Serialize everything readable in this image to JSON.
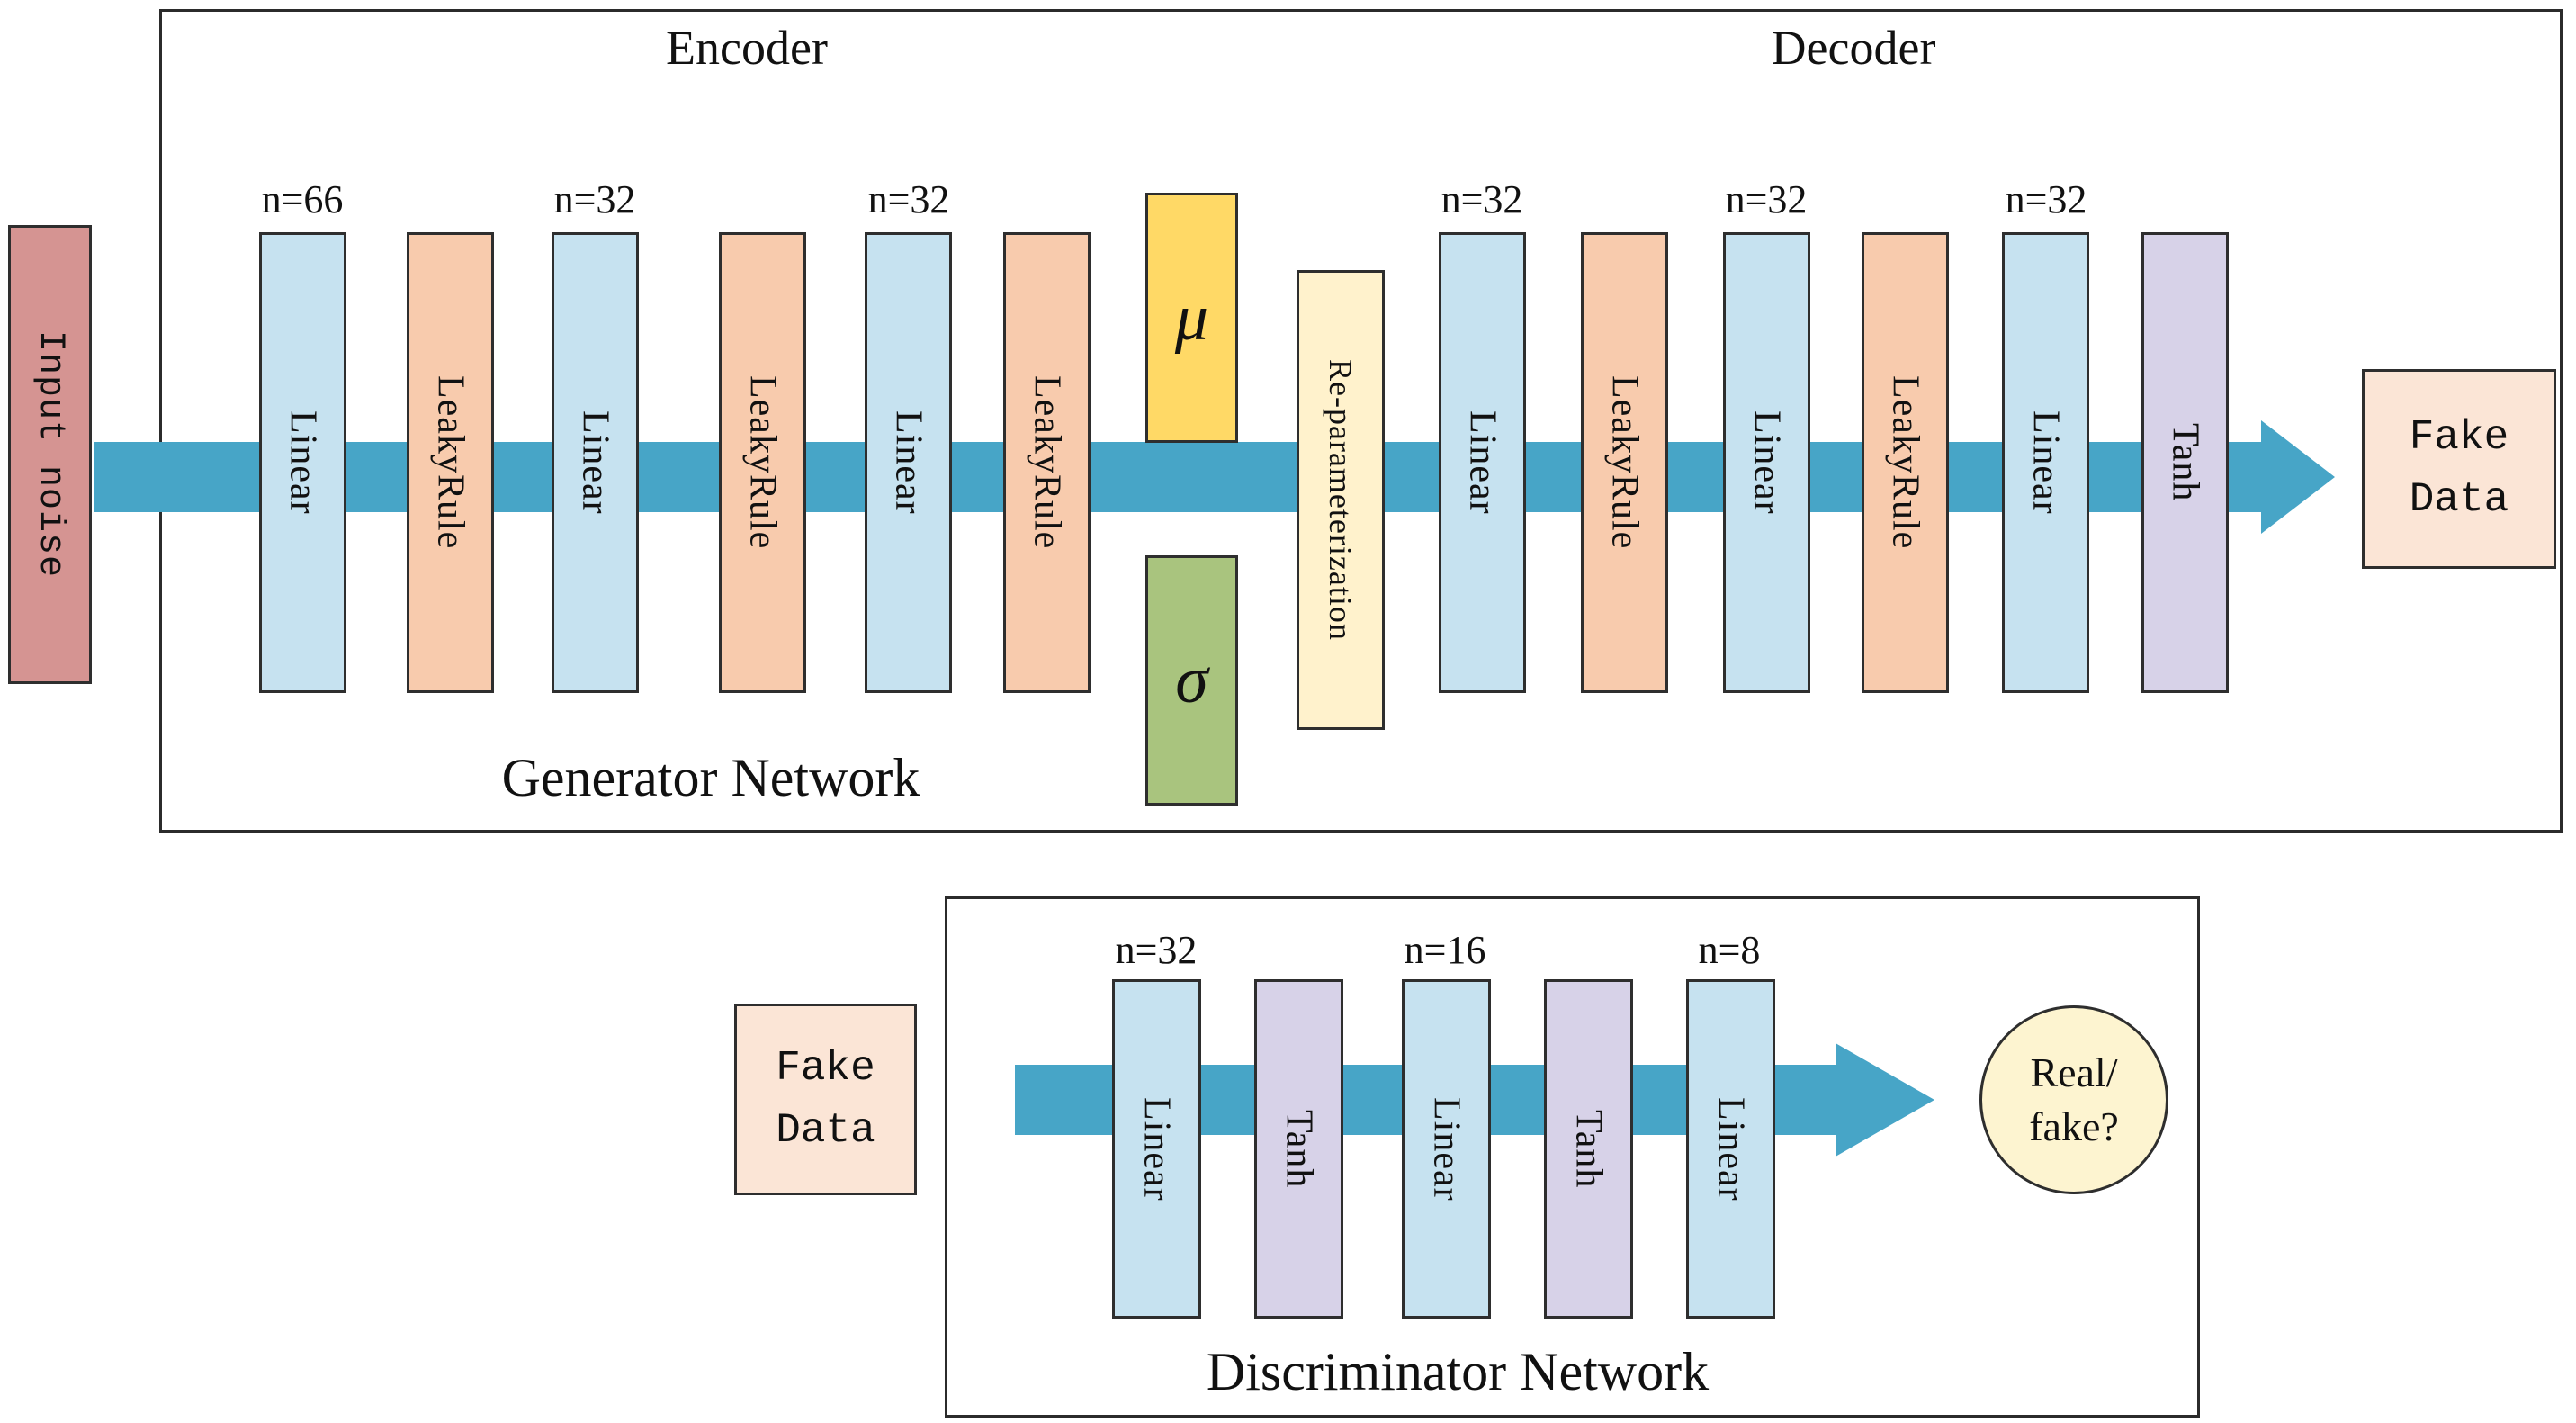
{
  "palette": {
    "arrow": "#47A5C7",
    "linear_fill": "#C6E2F0",
    "leaky_fill": "#F8CBAD",
    "tanh_fill": "#D7D2E8",
    "mu_fill": "#FFD966",
    "sigma_fill": "#A9C47E",
    "reparam_fill": "#FFF2CC",
    "input_noise_fill": "#D59492",
    "fake_data_fill": "#FBE5D6",
    "real_fake_fill": "#FDF4D0"
  },
  "generator": {
    "encoder_title": "Encoder",
    "decoder_title": "Decoder",
    "network_label": "Generator Network",
    "input_label": "Input noise",
    "encoder_layers": [
      {
        "label": "Linear",
        "n": "n=66"
      },
      {
        "label": "LeakyRule"
      },
      {
        "label": "Linear",
        "n": "n=32"
      },
      {
        "label": "LeakyRule"
      },
      {
        "label": "Linear",
        "n": "n=32"
      },
      {
        "label": "LeakyRule"
      }
    ],
    "latent": {
      "mu": "μ",
      "sigma": "σ",
      "reparam": "Re-parameterization"
    },
    "decoder_layers": [
      {
        "label": "Linear",
        "n": "n=32"
      },
      {
        "label": "LeakyRule"
      },
      {
        "label": "Linear",
        "n": "n=32"
      },
      {
        "label": "LeakyRule"
      },
      {
        "label": "Linear",
        "n": "n=32"
      },
      {
        "label": "Tanh"
      }
    ],
    "output_box": {
      "line1": "Fake",
      "line2": "Data"
    }
  },
  "discriminator": {
    "network_label": "Discriminator Network",
    "input_box": {
      "line1": "Fake",
      "line2": "Data"
    },
    "layers": [
      {
        "label": "Linear",
        "n": "n=32"
      },
      {
        "label": "Tanh"
      },
      {
        "label": "Linear",
        "n": "n=16"
      },
      {
        "label": "Tanh"
      },
      {
        "label": "Linear",
        "n": "n=8"
      }
    ],
    "output_circle": {
      "line1": "Real/",
      "line2": "fake?"
    }
  }
}
